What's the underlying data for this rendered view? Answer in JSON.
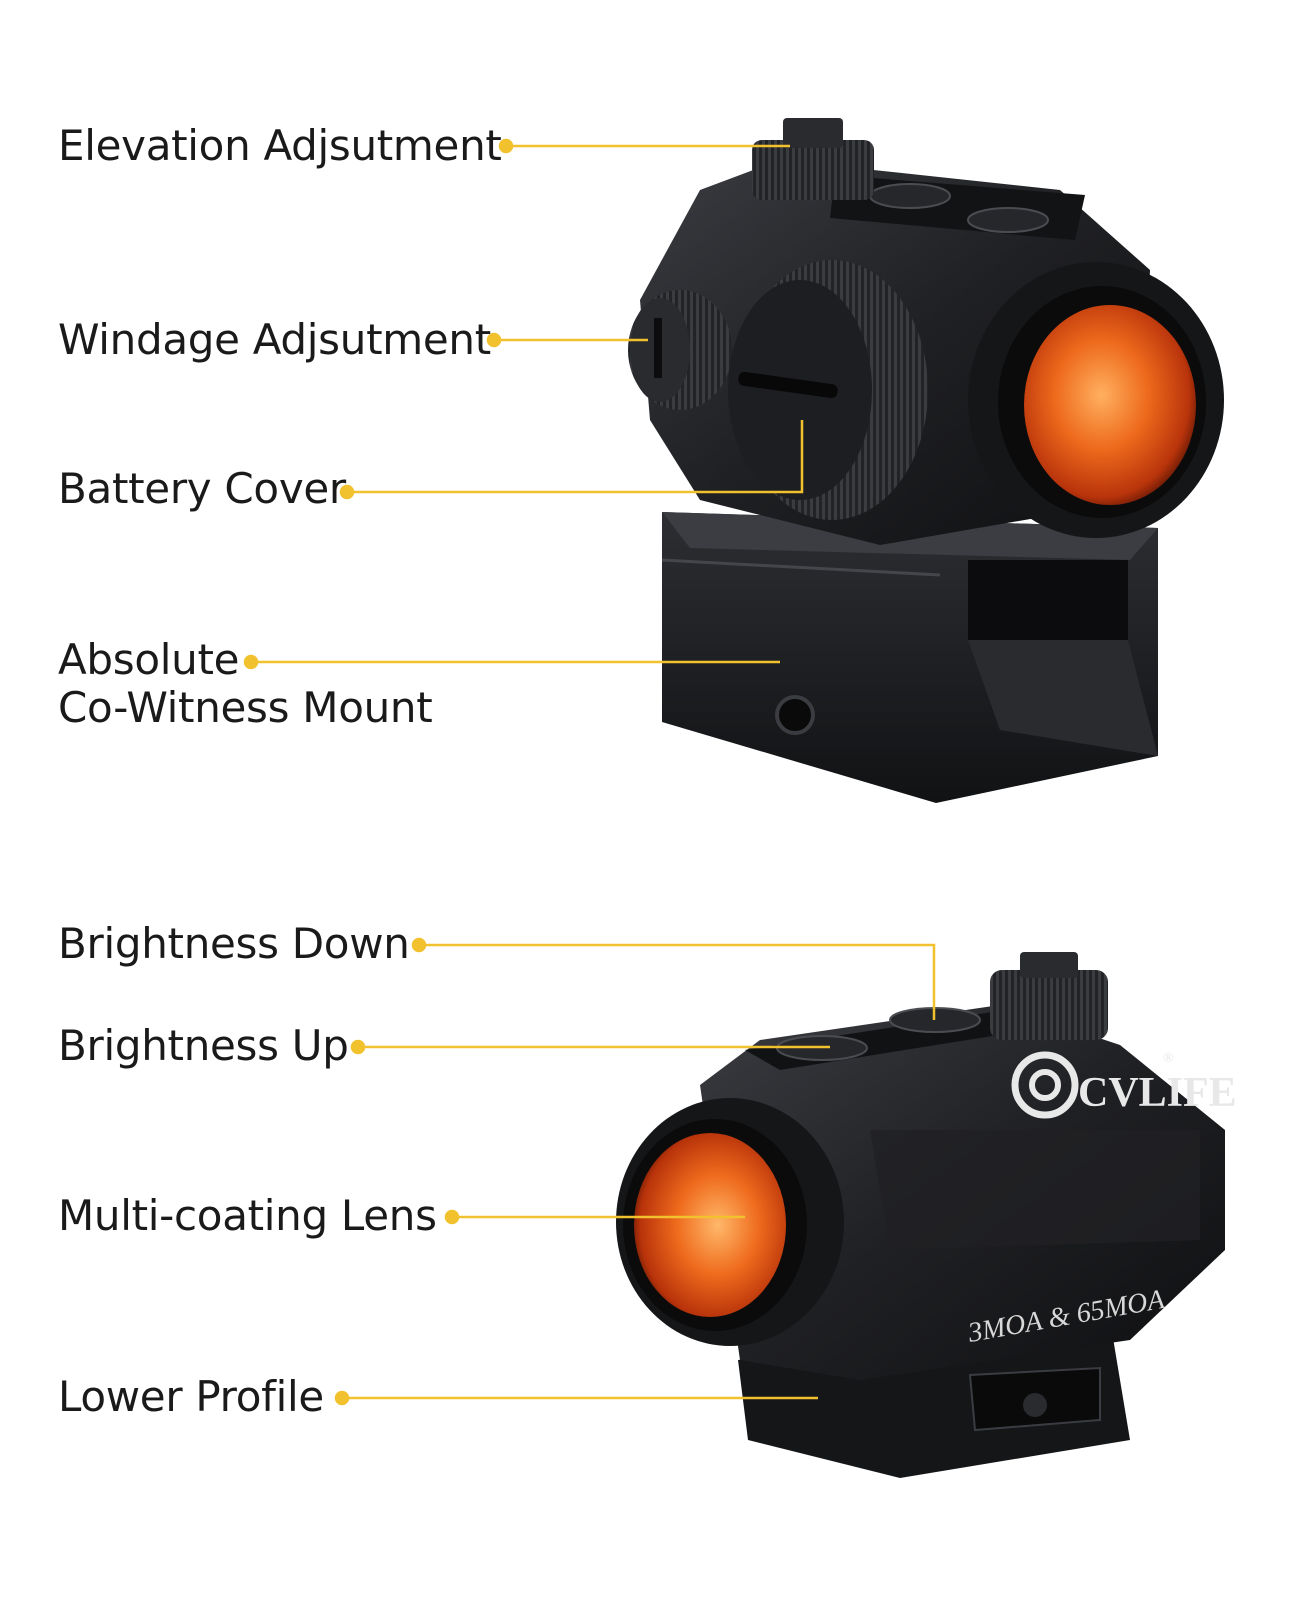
{
  "top_labels": [
    {
      "id": "elevation",
      "text": "Elevation Adjsutment"
    },
    {
      "id": "windage",
      "text": "Windage Adjsutment"
    },
    {
      "id": "battery",
      "text": "Battery Cover"
    },
    {
      "id": "mount",
      "lines": [
        "Absolute",
        "Co-Witness Mount"
      ]
    }
  ],
  "bottom_labels": [
    {
      "id": "bright-down",
      "text": "Brightness Down"
    },
    {
      "id": "bright-up",
      "text": "Brightness Up"
    },
    {
      "id": "lens",
      "text": "Multi-coating Lens"
    },
    {
      "id": "profile",
      "text": "Lower Profile"
    }
  ],
  "product": {
    "brand": "CVLIFE",
    "registered_mark": "®",
    "reticle_marking": "3MOA & 65MOA"
  },
  "colors": {
    "leader": "#f2c12e",
    "body": "#1c1d20",
    "lens": "#e8621a",
    "text": "#1a1a1a"
  }
}
